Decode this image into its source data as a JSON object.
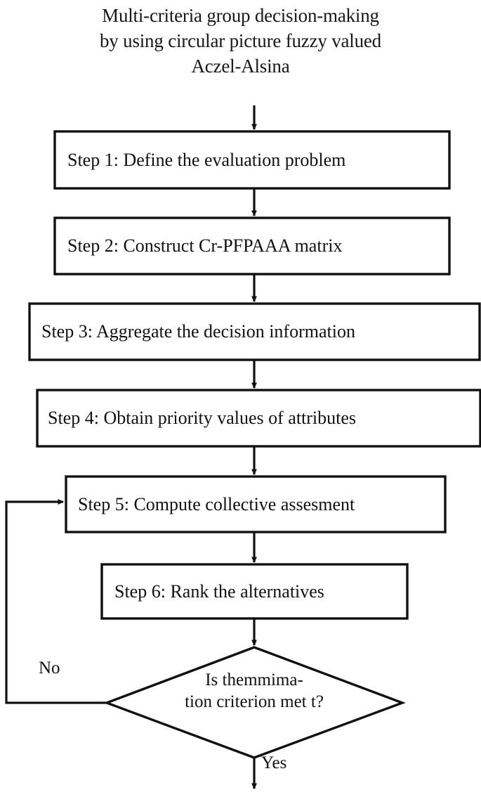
{
  "title": {
    "lines": [
      "Multi-criteria group decision-making",
      "by using circular picture fuzzy valued",
      "Aczel-Alsina"
    ]
  },
  "diagram": {
    "type": "flowchart",
    "orientation": "top-to-bottom",
    "stroke_color": "#111111",
    "fill_color": "#ffffff",
    "nodes": [
      {
        "id": "step1",
        "shape": "rectangle",
        "label": "Step 1: Define the evaluation problem"
      },
      {
        "id": "step2",
        "shape": "rectangle",
        "label": "Step 2: Construct Cr-PFPAAA matrix"
      },
      {
        "id": "step3",
        "shape": "rectangle",
        "label": "Step 3: Aggregate the decision information"
      },
      {
        "id": "step4",
        "shape": "rectangle",
        "label": "Step 4: Obtain priority values of attributes"
      },
      {
        "id": "step5",
        "shape": "rectangle",
        "label": "Step 5: Compute collective assesment"
      },
      {
        "id": "step6",
        "shape": "rectangle",
        "label": "Step 6: Rank the alternatives"
      },
      {
        "id": "decision",
        "shape": "diamond",
        "label_line1": "Is themmima-",
        "label_line2": "tion criterion met  t?"
      }
    ],
    "edges": [
      {
        "id": "entry",
        "from": "start",
        "to": "step1",
        "label": ""
      },
      {
        "id": "e1",
        "from": "step1",
        "to": "step2",
        "label": ""
      },
      {
        "id": "e2",
        "from": "step2",
        "to": "step3",
        "label": ""
      },
      {
        "id": "e3",
        "from": "step3",
        "to": "step4",
        "label": ""
      },
      {
        "id": "e4",
        "from": "step4",
        "to": "step5",
        "label": ""
      },
      {
        "id": "e5",
        "from": "step5",
        "to": "step6",
        "label": ""
      },
      {
        "id": "e6",
        "from": "step6",
        "to": "decision",
        "label": ""
      },
      {
        "id": "e-no",
        "from": "decision",
        "to": "step5",
        "label": "No"
      },
      {
        "id": "e-yes",
        "from": "decision",
        "to": "exit",
        "label": "Yes"
      }
    ],
    "edge_labels": {
      "no": "No",
      "yes": "Yes"
    }
  }
}
